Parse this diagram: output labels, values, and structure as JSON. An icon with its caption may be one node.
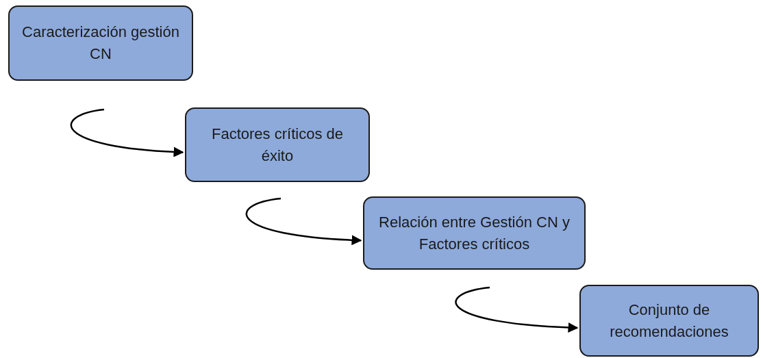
{
  "diagram": {
    "nodes": [
      {
        "text": [
          "Caracterización gestión CN"
        ]
      },
      {
        "text": [
          "Factores críticos de éxito"
        ]
      },
      {
        "text": [
          "Relación entre Gestión CN y Factores críticos"
        ]
      },
      {
        "text": [
          "Conjunto de recomendaciones"
        ]
      }
    ],
    "edges": [
      {
        "from": null,
        "to": 1,
        "arrow": "to"
      },
      {
        "from": null,
        "to": 2,
        "arrow": "to"
      },
      {
        "from": null,
        "to": 3,
        "arrow": "to"
      }
    ]
  }
}
